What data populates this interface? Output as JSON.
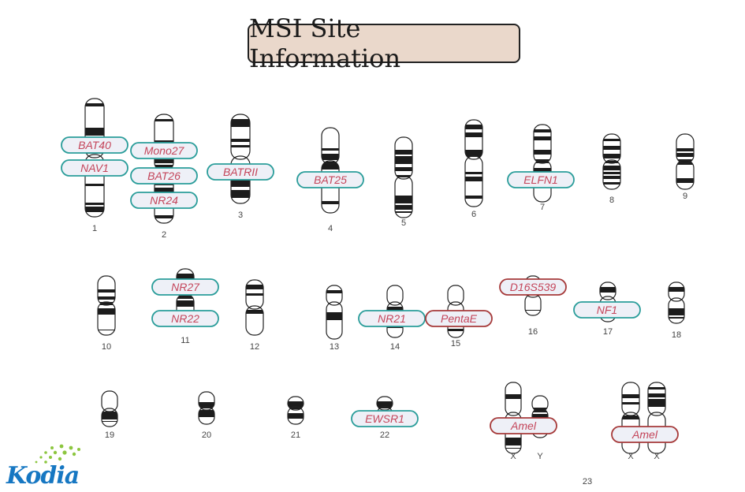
{
  "title": "MSI Site Information",
  "logo": {
    "text": "Kodia",
    "dot_color": "#8cc63f",
    "text_color": "#1677c2"
  },
  "colors": {
    "teal": "#2a9d9a",
    "red": "#a63a3a",
    "label_text": "#c4455a",
    "label_fill": "#eef0f7"
  },
  "chromosomes": [
    {
      "number": "1"
    },
    {
      "number": "2"
    },
    {
      "number": "3"
    },
    {
      "number": "4"
    },
    {
      "number": "5"
    },
    {
      "number": "6"
    },
    {
      "number": "7"
    },
    {
      "number": "8"
    },
    {
      "number": "9"
    },
    {
      "number": "10"
    },
    {
      "number": "11"
    },
    {
      "number": "12"
    },
    {
      "number": "13"
    },
    {
      "number": "14"
    },
    {
      "number": "15"
    },
    {
      "number": "16"
    },
    {
      "number": "17"
    },
    {
      "number": "18"
    },
    {
      "number": "19"
    },
    {
      "number": "20"
    },
    {
      "number": "21"
    },
    {
      "number": "22"
    },
    {
      "number": "X"
    },
    {
      "number": "Y"
    },
    {
      "number": "X"
    },
    {
      "number": "X"
    }
  ],
  "group_23_label": "23",
  "markers": [
    {
      "name": "BAT40",
      "border": "teal"
    },
    {
      "name": "NAV1",
      "border": "teal"
    },
    {
      "name": "Mono27",
      "border": "teal"
    },
    {
      "name": "BAT26",
      "border": "teal"
    },
    {
      "name": "NR24",
      "border": "teal"
    },
    {
      "name": "BATRII",
      "border": "teal"
    },
    {
      "name": "BAT25",
      "border": "teal"
    },
    {
      "name": "ELFN1",
      "border": "teal"
    },
    {
      "name": "NR27",
      "border": "teal"
    },
    {
      "name": "NR22",
      "border": "teal"
    },
    {
      "name": "NR21",
      "border": "teal"
    },
    {
      "name": "PentaE",
      "border": "red"
    },
    {
      "name": "D16S539",
      "border": "red"
    },
    {
      "name": "NF1",
      "border": "teal"
    },
    {
      "name": "EWSR1",
      "border": "teal"
    },
    {
      "name": "Amel",
      "border": "red"
    },
    {
      "name": "Amel",
      "border": "red"
    }
  ]
}
